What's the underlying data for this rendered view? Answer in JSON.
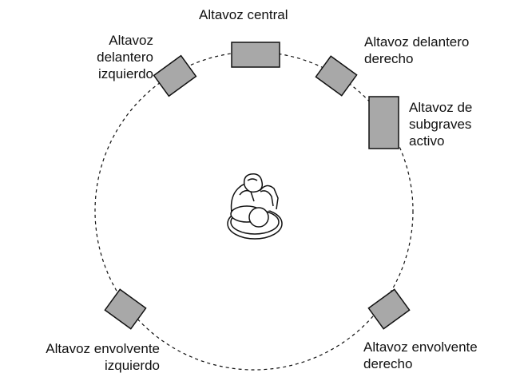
{
  "labels": {
    "center": [
      "Altavoz central"
    ],
    "front_left": [
      "Altavoz",
      "delantero",
      "izquierdo"
    ],
    "front_right": [
      "Altavoz delantero",
      "derecho"
    ],
    "subwoofer": [
      "Altavoz de",
      "subgraves",
      "activo"
    ],
    "surround_left": [
      "Altavoz envolvente",
      "izquierdo"
    ],
    "surround_right": [
      "Altavoz envolvente",
      "derecho"
    ]
  },
  "colors": {
    "speaker_fill": "#a8a8a8",
    "stroke": "#111111",
    "background": "#ffffff"
  }
}
